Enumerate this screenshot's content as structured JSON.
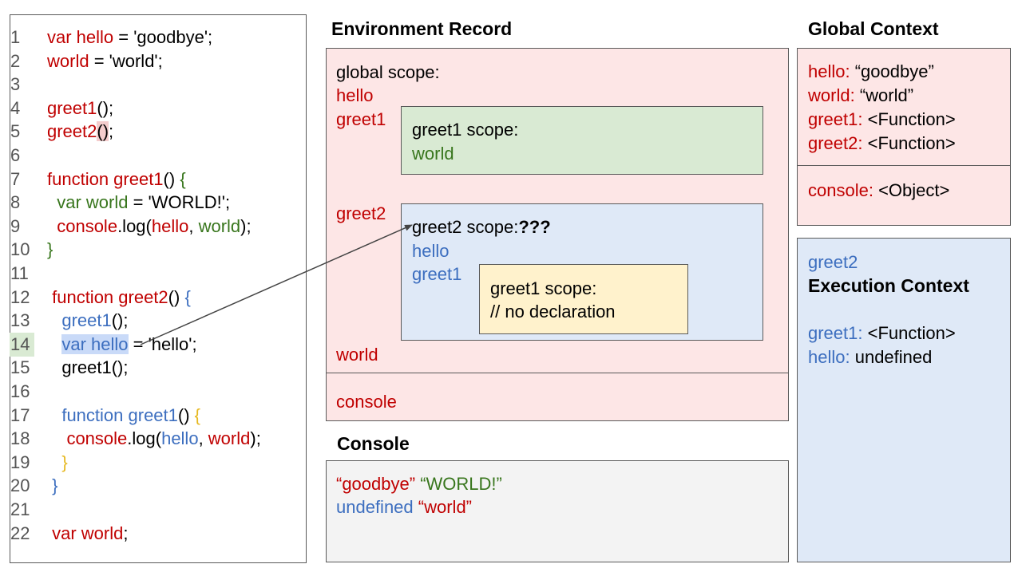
{
  "code": {
    "lines": [
      {
        "n": "1",
        "tokens": [
          {
            "t": "var hello",
            "c": "red"
          },
          {
            "t": " = 'goodbye';",
            "c": "black"
          }
        ]
      },
      {
        "n": "2",
        "tokens": [
          {
            "t": "world",
            "c": "red"
          },
          {
            "t": " = 'world';",
            "c": "black"
          }
        ]
      },
      {
        "n": "3",
        "tokens": []
      },
      {
        "n": "4",
        "tokens": [
          {
            "t": "greet1",
            "c": "red"
          },
          {
            "t": "();",
            "c": "black"
          }
        ]
      },
      {
        "n": "5",
        "tokens": [
          {
            "t": "greet2",
            "c": "red"
          },
          {
            "t": "()",
            "c": "black",
            "hl": "sel-red"
          },
          {
            "t": ";",
            "c": "black"
          }
        ]
      },
      {
        "n": "6",
        "tokens": []
      },
      {
        "n": "7",
        "tokens": [
          {
            "t": "function greet1",
            "c": "red"
          },
          {
            "t": "() ",
            "c": "black"
          },
          {
            "t": "{",
            "c": "green"
          }
        ]
      },
      {
        "n": "8",
        "tokens": [
          {
            "t": "  var world",
            "c": "green"
          },
          {
            "t": " = 'WORLD!';",
            "c": "black"
          }
        ]
      },
      {
        "n": "9",
        "tokens": [
          {
            "t": "  console",
            "c": "red"
          },
          {
            "t": ".log(",
            "c": "black"
          },
          {
            "t": "hello",
            "c": "red"
          },
          {
            "t": ", ",
            "c": "black"
          },
          {
            "t": "world",
            "c": "green"
          },
          {
            "t": ");",
            "c": "black"
          }
        ]
      },
      {
        "n": "10",
        "tokens": [
          {
            "t": "}",
            "c": "green"
          }
        ]
      },
      {
        "n": "11",
        "tokens": []
      },
      {
        "n": "12",
        "tokens": [
          {
            "t": " function greet2",
            "c": "red"
          },
          {
            "t": "() ",
            "c": "black"
          },
          {
            "t": "{",
            "c": "blue"
          }
        ]
      },
      {
        "n": "13",
        "tokens": [
          {
            "t": "   greet1",
            "c": "blue"
          },
          {
            "t": "();",
            "c": "black"
          }
        ]
      },
      {
        "n": "14",
        "hl": true,
        "tokens": [
          {
            "t": "   ",
            "c": "black"
          },
          {
            "t": "var hello",
            "c": "blue",
            "hl": "sel"
          },
          {
            "t": " = 'hello';",
            "c": "black"
          }
        ]
      },
      {
        "n": "15",
        "tokens": [
          {
            "t": "   greet1();",
            "c": "black"
          }
        ]
      },
      {
        "n": "16",
        "tokens": []
      },
      {
        "n": "17",
        "tokens": [
          {
            "t": "   function greet1",
            "c": "blue"
          },
          {
            "t": "() ",
            "c": "black"
          },
          {
            "t": "{",
            "c": "gold"
          }
        ]
      },
      {
        "n": "18",
        "tokens": [
          {
            "t": "    console",
            "c": "red"
          },
          {
            "t": ".log(",
            "c": "black"
          },
          {
            "t": "hello",
            "c": "blue"
          },
          {
            "t": ", ",
            "c": "black"
          },
          {
            "t": "world",
            "c": "red"
          },
          {
            "t": ");",
            "c": "black"
          }
        ]
      },
      {
        "n": "19",
        "tokens": [
          {
            "t": "   }",
            "c": "gold"
          }
        ]
      },
      {
        "n": "20",
        "tokens": [
          {
            "t": " }",
            "c": "blue"
          }
        ]
      },
      {
        "n": "21",
        "tokens": []
      },
      {
        "n": "22",
        "tokens": [
          {
            "t": " var world",
            "c": "red"
          },
          {
            "t": ";",
            "c": "black"
          }
        ]
      }
    ]
  },
  "env": {
    "title": "Environment Record",
    "global_scope_label": "global scope:",
    "hello": "hello",
    "greet1": "greet1",
    "greet2": "greet2",
    "world": "world",
    "console": "console",
    "greet1_scope": {
      "label": "greet1 scope:",
      "world": "world"
    },
    "greet2_scope": {
      "label": "greet2 scope:",
      "unknown": "???",
      "hello": "hello",
      "greet1": "greet1"
    },
    "inner_scope": {
      "label": "greet1 scope:",
      "note": "// no declaration"
    }
  },
  "console": {
    "title": "Console",
    "line1": {
      "a": "“goodbye”",
      "b": "“WORLD!”"
    },
    "line2": {
      "a": "undefined",
      "b": "“world”"
    }
  },
  "global_context": {
    "title": "Global Context",
    "entries": [
      {
        "key": "hello:",
        "value": "“goodbye”"
      },
      {
        "key": "world:",
        "value": "“world”"
      },
      {
        "key": "greet1:",
        "value": "<Function>"
      },
      {
        "key": "greet2:",
        "value": "<Function>"
      }
    ],
    "console": {
      "key": "console:",
      "value": "<Object>"
    }
  },
  "exec_context": {
    "name": "greet2",
    "title": "Execution Context",
    "entries": [
      {
        "key": "greet1:",
        "value": "<Function>"
      },
      {
        "key": "hello:",
        "value": "undefined"
      }
    ]
  },
  "colors": {
    "red": "#c00000",
    "green": "#38761d",
    "blue": "#3c6ebf",
    "gold": "#e6b820",
    "env_bg": "#fde6e6",
    "greet1_bg": "#d9ead3",
    "greet2_bg": "#dfe9f7",
    "inner_bg": "#fff2cc",
    "console_bg": "#f3f3f3"
  }
}
